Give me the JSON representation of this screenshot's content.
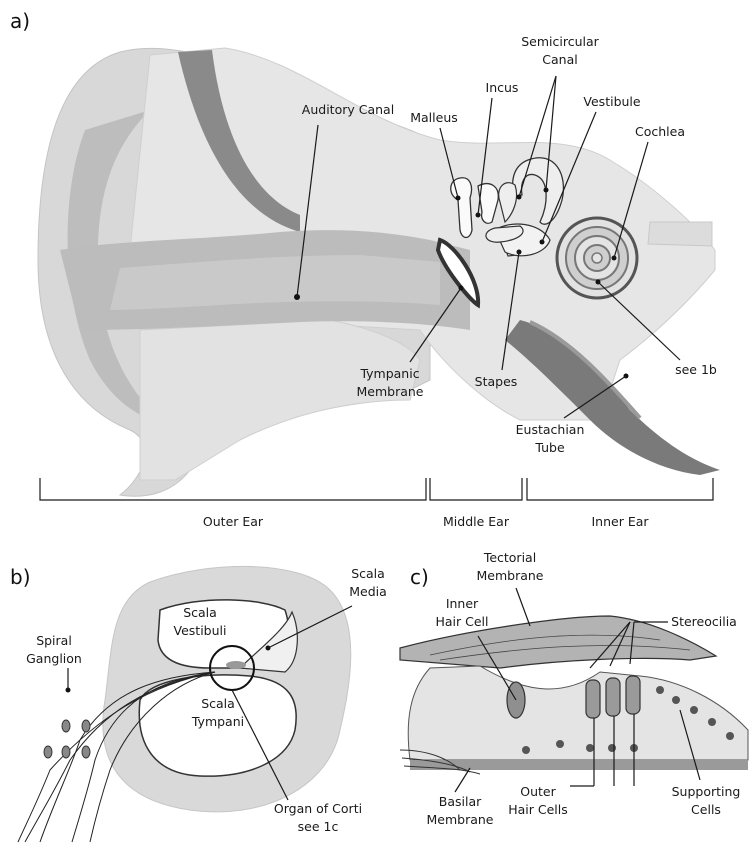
{
  "panels": {
    "a": "a)",
    "b": "b)",
    "c": "c)"
  },
  "a": {
    "auditory_canal": "Auditory Canal",
    "malleus": "Malleus",
    "incus": "Incus",
    "semicircular_1": "Semicircular",
    "semicircular_2": "Canal",
    "vestibule": "Vestibule",
    "cochlea": "Cochlea",
    "tympanic_1": "Tympanic",
    "tympanic_2": "Membrane",
    "stapes": "Stapes",
    "see_1b": "see 1b",
    "eustachian_1": "Eustachian",
    "eustachian_2": "Tube",
    "outer_ear": "Outer Ear",
    "middle_ear": "Middle Ear",
    "inner_ear": "Inner Ear"
  },
  "b": {
    "spiral_1": "Spiral",
    "spiral_2": "Ganglion",
    "scala_vestibuli_1": "Scala",
    "scala_vestibuli_2": "Vestibuli",
    "scala_media_1": "Scala",
    "scala_media_2": "Media",
    "scala_tympani_1": "Scala",
    "scala_tympani_2": "Tympani",
    "organ_1": "Organ of Corti",
    "organ_2": "see 1c"
  },
  "c": {
    "tectorial_1": "Tectorial",
    "tectorial_2": "Membrane",
    "inner_hair_1": "Inner",
    "inner_hair_2": "Hair Cell",
    "stereocilia": "Stereocilia",
    "basilar_1": "Basilar",
    "basilar_2": "Membrane",
    "outer_hair_1": "Outer",
    "outer_hair_2": "Hair Cells",
    "supporting_1": "Supporting",
    "supporting_2": "Cells"
  }
}
